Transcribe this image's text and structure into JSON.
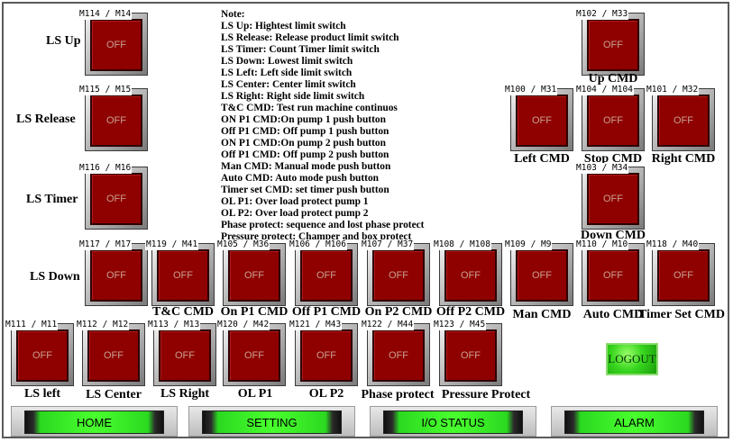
{
  "switches": [
    {
      "id": "ls-up",
      "addr": "M114 / M14",
      "label": "LS Up",
      "state": "OFF"
    },
    {
      "id": "ls-release",
      "addr": "M115 / M15",
      "label": "LS Release",
      "state": "OFF"
    },
    {
      "id": "ls-timer",
      "addr": "M116 / M16",
      "label": "LS Timer",
      "state": "OFF"
    },
    {
      "id": "ls-down",
      "addr": "M117 / M17",
      "label": "LS Down",
      "state": "OFF"
    },
    {
      "id": "tc-cmd",
      "addr": "M119 / M41",
      "label": "T&C CMD",
      "state": "OFF"
    },
    {
      "id": "on-p1-cmd",
      "addr": "M105 / M36",
      "label": "On P1 CMD",
      "state": "OFF"
    },
    {
      "id": "off-p1-cmd",
      "addr": "M106 / M106",
      "label": "Off P1 CMD",
      "state": "OFF"
    },
    {
      "id": "on-p2-cmd",
      "addr": "M107 / M37",
      "label": "On P2 CMD",
      "state": "OFF"
    },
    {
      "id": "off-p2-cmd",
      "addr": "M108 / M108",
      "label": "Off P2 CMD",
      "state": "OFF"
    },
    {
      "id": "man-cmd",
      "addr": "M109 / M9",
      "label": "Man CMD",
      "state": "OFF"
    },
    {
      "id": "auto-cmd",
      "addr": "M110 / M10",
      "label": "Auto CMD",
      "state": "OFF"
    },
    {
      "id": "timer-set-cmd",
      "addr": "M118 / M40",
      "label": "Timer Set CMD",
      "state": "OFF"
    },
    {
      "id": "up-cmd",
      "addr": "M102 / M33",
      "label": "Up CMD",
      "state": "OFF"
    },
    {
      "id": "left-cmd",
      "addr": "M100 / M31",
      "label": "Left CMD",
      "state": "OFF"
    },
    {
      "id": "stop-cmd",
      "addr": "M104 / M104",
      "label": "Stop CMD",
      "state": "OFF"
    },
    {
      "id": "right-cmd",
      "addr": "M101 / M32",
      "label": "Right CMD",
      "state": "OFF"
    },
    {
      "id": "down-cmd",
      "addr": "M103 / M34",
      "label": "Down CMD",
      "state": "OFF"
    },
    {
      "id": "ls-left",
      "addr": "M111 / M11",
      "label": "LS left",
      "state": "OFF"
    },
    {
      "id": "ls-center",
      "addr": "M112 / M12",
      "label": "LS Center",
      "state": "OFF"
    },
    {
      "id": "ls-right",
      "addr": "M113 / M13",
      "label": "LS Right",
      "state": "OFF"
    },
    {
      "id": "ol-p1",
      "addr": "M120 / M42",
      "label": "OL P1",
      "state": "OFF"
    },
    {
      "id": "ol-p2",
      "addr": "M121 / M43",
      "label": "OL P2",
      "state": "OFF"
    },
    {
      "id": "phase-protect",
      "addr": "M122 / M44",
      "label": "Phase protect",
      "state": "OFF"
    },
    {
      "id": "pressure-protect",
      "addr": "M123 / M45",
      "label": "Pressure Protect",
      "state": "OFF"
    }
  ],
  "note": {
    "lines": [
      "Note:",
      "LS Up: Hightest limit switch",
      "LS Release: Release product limit switch",
      "LS Timer: Count Timer limit switch",
      "LS Down: Lowest limit switch",
      "LS Left: Left side limit switch",
      "LS Center: Center limit switch",
      "LS Right: Right side limit switch",
      "T&C CMD: Test run machine continuos",
      "ON P1 CMD:On pump 1 push button",
      "Off P1 CMD: Off pump 1 push button",
      "ON P1 CMD:On pump 2 push button",
      "Off P1 CMD: Off pump 2 push button",
      "Man CMD: Manual mode push button",
      "Auto CMD: Auto mode push button",
      "Timer set CMD: set timer push button",
      "OL P1: Over load protect pump 1",
      "OL P2: Over load protect pump 2",
      "Phase protect: sequence and lost phase protect",
      "Pressure protect: Champer and box protect"
    ]
  },
  "logout": {
    "label": "LOGOUT"
  },
  "nav": [
    {
      "id": "home",
      "label": "HOME"
    },
    {
      "id": "setting",
      "label": "SETTING"
    },
    {
      "id": "io-status",
      "label": "I/O STATUS"
    },
    {
      "id": "alarm",
      "label": "ALARM"
    }
  ],
  "colors": {
    "button_face": "#8f0000",
    "nav_green": "#49ff2e",
    "logout_green": "#38d61f",
    "frame": "#5a5a5a"
  }
}
